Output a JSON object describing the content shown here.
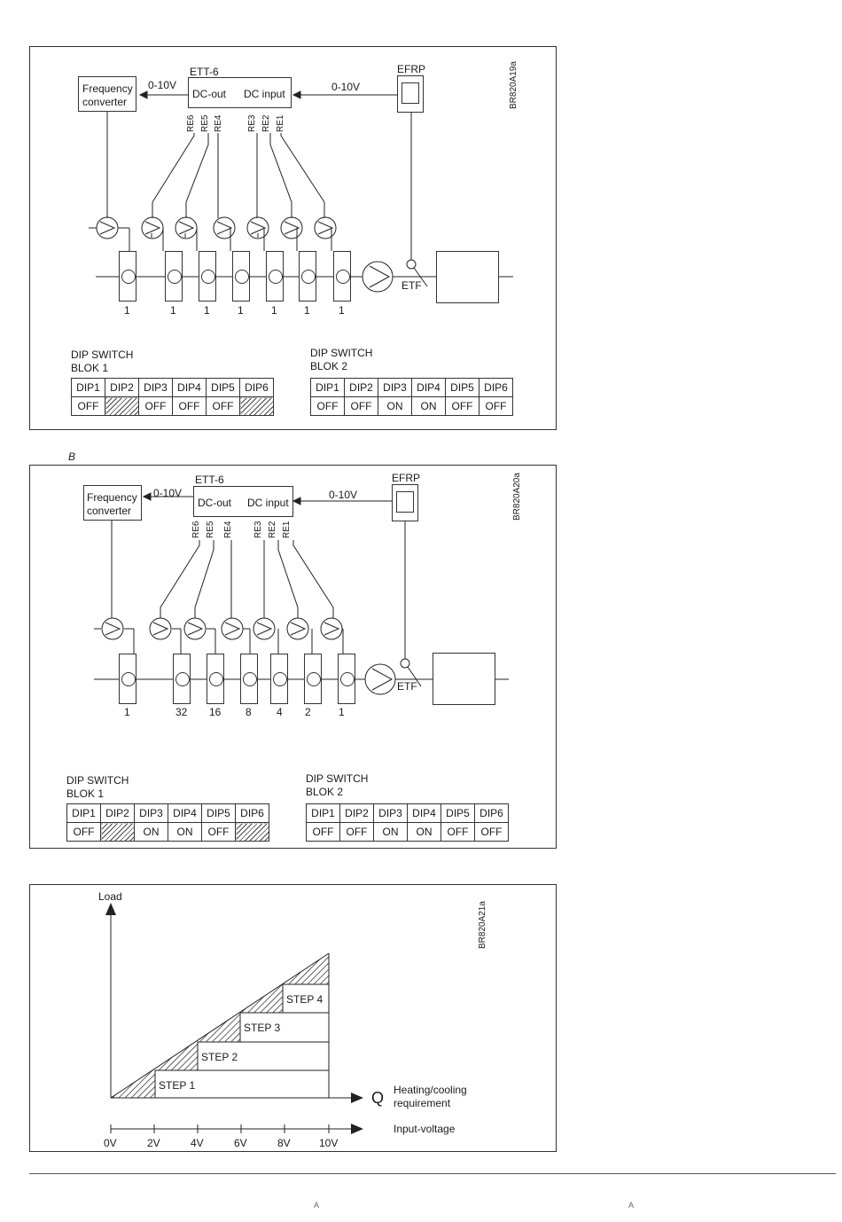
{
  "diagram_a": {
    "ref": "BR820A19a",
    "controller": "ETT-6",
    "dc_out": "DC-out",
    "dc_input": "DC input",
    "freq_converter_1": "Frequency",
    "freq_converter_2": "converter",
    "efrp": "EFRP",
    "volt_left": "0-10V",
    "volt_right": "0-10V",
    "etf": "ETF",
    "relays": [
      "RE6",
      "RE5",
      "RE4",
      "RE3",
      "RE2",
      "RE1"
    ],
    "compressor_labels": [
      "1",
      "1",
      "1",
      "1",
      "1",
      "1",
      "1"
    ],
    "blok1": {
      "title1": "DIP SWITCH",
      "title2": "BLOK 1",
      "headers": [
        "DIP1",
        "DIP2",
        "DIP3",
        "DIP4",
        "DIP5",
        "DIP6"
      ],
      "values": [
        "OFF",
        "",
        "OFF",
        "OFF",
        "OFF",
        ""
      ]
    },
    "blok2": {
      "title1": "DIP SWITCH",
      "title2": "BLOK 2",
      "headers": [
        "DIP1",
        "DIP2",
        "DIP3",
        "DIP4",
        "DIP5",
        "DIP6"
      ],
      "values": [
        "OFF",
        "OFF",
        "ON",
        "ON",
        "OFF",
        "OFF"
      ]
    }
  },
  "label_b": "B",
  "diagram_b": {
    "ref": "BR820A20a",
    "controller": "ETT-6",
    "dc_out": "DC-out",
    "dc_input": "DC input",
    "freq_converter_1": "Frequency",
    "freq_converter_2": "converter",
    "efrp": "EFRP",
    "volt_left": "0-10V",
    "volt_right": "0-10V",
    "etf": "ETF",
    "relays": [
      "RE6",
      "RE5",
      "RE4",
      "RE3",
      "RE2",
      "RE1"
    ],
    "compressor_labels": [
      "1",
      "32",
      "16",
      "8",
      "4",
      "2",
      "1"
    ],
    "blok1": {
      "title1": "DIP SWITCH",
      "title2": "BLOK 1",
      "headers": [
        "DIP1",
        "DIP2",
        "DIP3",
        "DIP4",
        "DIP5",
        "DIP6"
      ],
      "values": [
        "OFF",
        "",
        "ON",
        "ON",
        "OFF",
        ""
      ]
    },
    "blok2": {
      "title1": "DIP SWITCH",
      "title2": "BLOK 2",
      "headers": [
        "DIP1",
        "DIP2",
        "DIP3",
        "DIP4",
        "DIP5",
        "DIP6"
      ],
      "values": [
        "OFF",
        "OFF",
        "ON",
        "ON",
        "OFF",
        "OFF"
      ]
    }
  },
  "load_chart": {
    "ref": "BR820A21a",
    "y_label": "Load",
    "q_symbol": "Q",
    "q_label1": "Heating/cooling",
    "q_label2": "requirement",
    "voltage_label": "Input-voltage",
    "steps": [
      "STEP 1",
      "STEP 2",
      "STEP 3",
      "STEP 4"
    ],
    "ticks": [
      "0V",
      "2V",
      "4V",
      "6V",
      "8V",
      "10V"
    ]
  },
  "footer": {
    "left": "A",
    "right": "A"
  }
}
